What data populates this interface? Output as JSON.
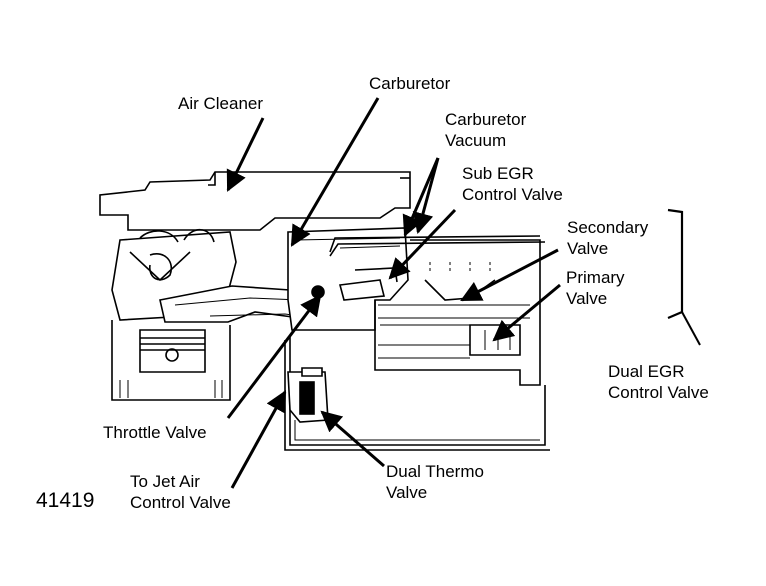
{
  "figure_number": "41419",
  "labels": {
    "air_cleaner": "Air Cleaner",
    "carburetor": "Carburetor",
    "carburetor_vacuum": [
      "Carburetor",
      "Vacuum"
    ],
    "sub_egr_control_valve": [
      "Sub EGR",
      "Control Valve"
    ],
    "secondary_valve": [
      "Secondary",
      "Valve"
    ],
    "primary_valve": [
      "Primary",
      "Valve"
    ],
    "dual_egr_control_valve": [
      "Dual EGR",
      "Control Valve"
    ],
    "throttle_valve": "Throttle Valve",
    "to_jet_air_control_valve": [
      "To Jet Air",
      "Control Valve"
    ],
    "dual_thermo_valve": [
      "Dual Thermo",
      "Valve"
    ]
  },
  "colors": {
    "ink": "#000000",
    "paper": "#ffffff"
  }
}
